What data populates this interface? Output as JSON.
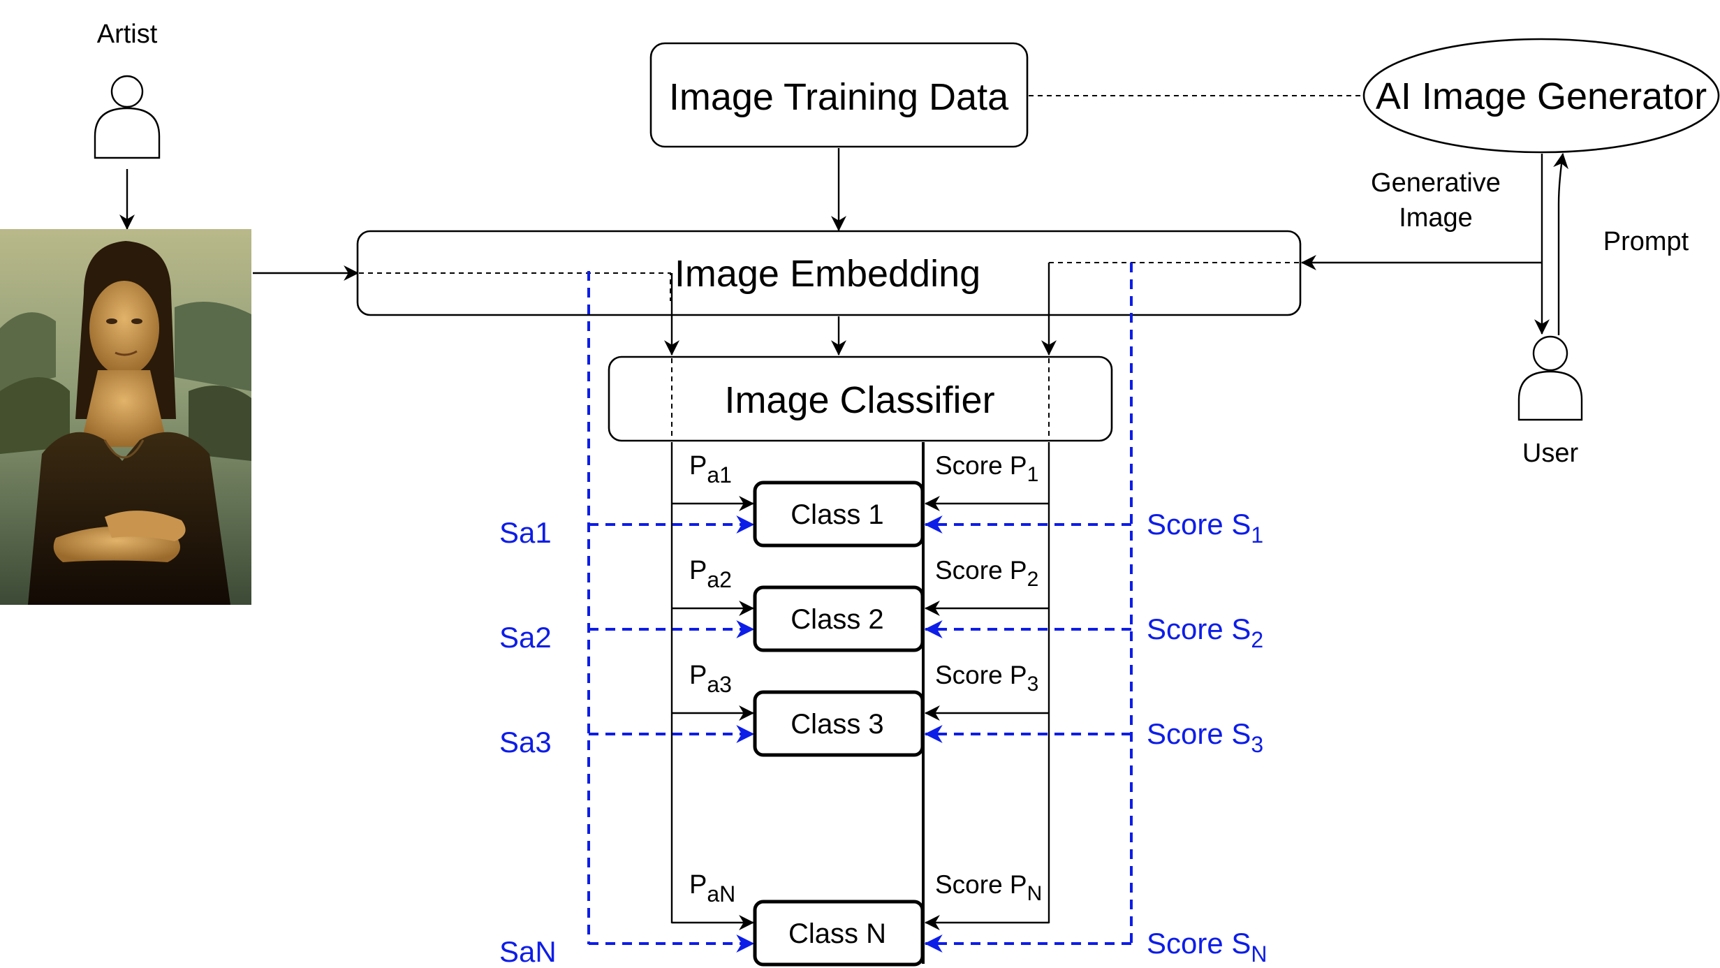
{
  "labels": {
    "artist": "Artist",
    "user": "User",
    "training_data": "Image Training Data",
    "generator": "AI Image Generator",
    "embedding": "Image Embedding",
    "classifier": "Image Classifier",
    "generative": "Generative",
    "generative_image": "Image",
    "prompt": "Prompt",
    "score": "Score"
  },
  "classes": [
    {
      "name": "Class 1",
      "p_main": "P",
      "p_sub": "a1",
      "sp_main": "Score P",
      "sp_sub": "1",
      "sa": "Sa1",
      "ss_main": "Score S",
      "ss_sub": "1"
    },
    {
      "name": "Class 2",
      "p_main": "P",
      "p_sub": "a2",
      "sp_main": "Score P",
      "sp_sub": "2",
      "sa": "Sa2",
      "ss_main": "Score S",
      "ss_sub": "2"
    },
    {
      "name": "Class 3",
      "p_main": "P",
      "p_sub": "a3",
      "sp_main": "Score P",
      "sp_sub": "3",
      "sa": "Sa3",
      "ss_main": "Score S",
      "ss_sub": "3"
    },
    {
      "name": "Class N",
      "p_main": "P",
      "p_sub": "aN",
      "sp_main": "Score P",
      "sp_sub": "N",
      "sa": "SaN",
      "ss_main": "Score S",
      "ss_sub": "N"
    }
  ],
  "colors": {
    "flow": "#000000",
    "score_flow": "#0d1de8"
  }
}
